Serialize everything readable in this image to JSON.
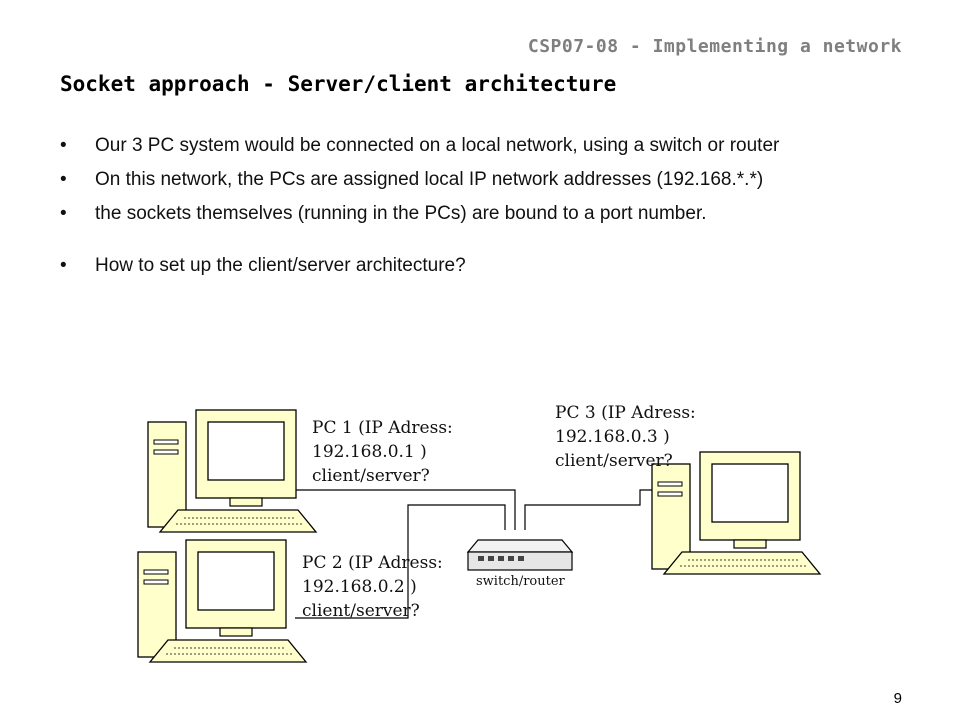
{
  "header": "CSP07-08 - Implementing a network",
  "title": "Socket approach - Server/client architecture",
  "bullets": [
    "Our 3 PC system would be connected on a local network, using a switch or router",
    "On this network, the PCs are assigned local IP network addresses (192.168.*.*)",
    "the sockets themselves (running in the PCs) are bound to a port number.",
    "How to set up the client/server architecture?"
  ],
  "diagram": {
    "pc1": [
      "PC 1 (IP Adress:",
      "192.168.0.1 )",
      "client/server?"
    ],
    "pc2": [
      "PC 2 (IP Adress:",
      "192.168.0.2 )",
      "client/server?"
    ],
    "pc3": [
      "PC 3 (IP Adress:",
      "192.168.0.3 )",
      "client/server?"
    ],
    "switch_label": "switch/router"
  },
  "page_number": "9"
}
